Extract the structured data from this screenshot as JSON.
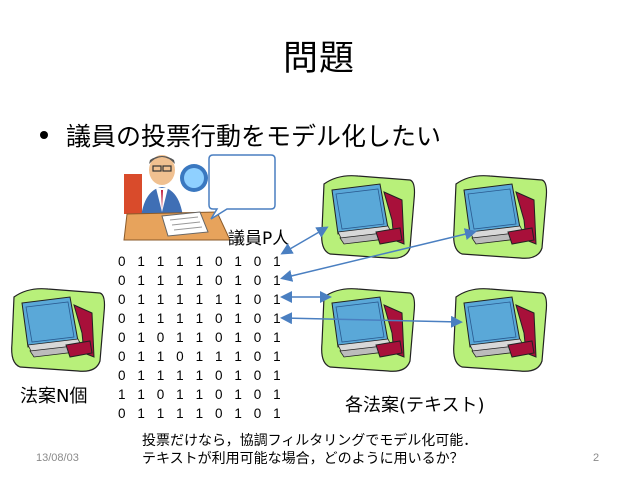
{
  "slide": {
    "title": "問題",
    "bullet": "議員の投票行動をモデル化したい",
    "legislator_label": "議員P人",
    "bill_count_label": "法案N個",
    "bills_text_label": "各法案(テキスト)",
    "note_lines": [
      "投票だけなら，協調フィルタリングでモデル化可能．",
      "テキストが利用可能な場合，どのように用いるか？"
    ],
    "date": "13/08/03",
    "page_number": "2"
  },
  "vote_matrix": [
    [
      "0",
      "1",
      "1",
      "1",
      "1",
      "0",
      "1",
      "0",
      "1"
    ],
    [
      "0",
      "1",
      "1",
      "1",
      "1",
      "0",
      "1",
      "0",
      "1"
    ],
    [
      "0",
      "1",
      "1",
      "1",
      "1",
      "1",
      "1",
      "0",
      "1"
    ],
    [
      "0",
      "1",
      "1",
      "1",
      "1",
      "0",
      "1",
      "0",
      "1"
    ],
    [
      "0",
      "1",
      "0",
      "1",
      "1",
      "0",
      "1",
      "0",
      "1"
    ],
    [
      "0",
      "1",
      "1",
      "0",
      "1",
      "1",
      "1",
      "0",
      "1"
    ],
    [
      "0",
      "1",
      "1",
      "1",
      "1",
      "0",
      "1",
      "0",
      "1"
    ],
    [
      "1",
      "1",
      "0",
      "1",
      "1",
      "0",
      "1",
      "0",
      "1"
    ],
    [
      "0",
      "1",
      "1",
      "1",
      "1",
      "0",
      "1",
      "0",
      "1"
    ]
  ],
  "colors": {
    "arrow": "#4a7fc1",
    "binder_green": "#b8f07a",
    "binder_blue": "#5aa8d8",
    "binder_red": "#a8103a"
  },
  "icons": [
    "legislator-clipart-icon",
    "speech-bubble-icon",
    "bill-binder-icon"
  ]
}
